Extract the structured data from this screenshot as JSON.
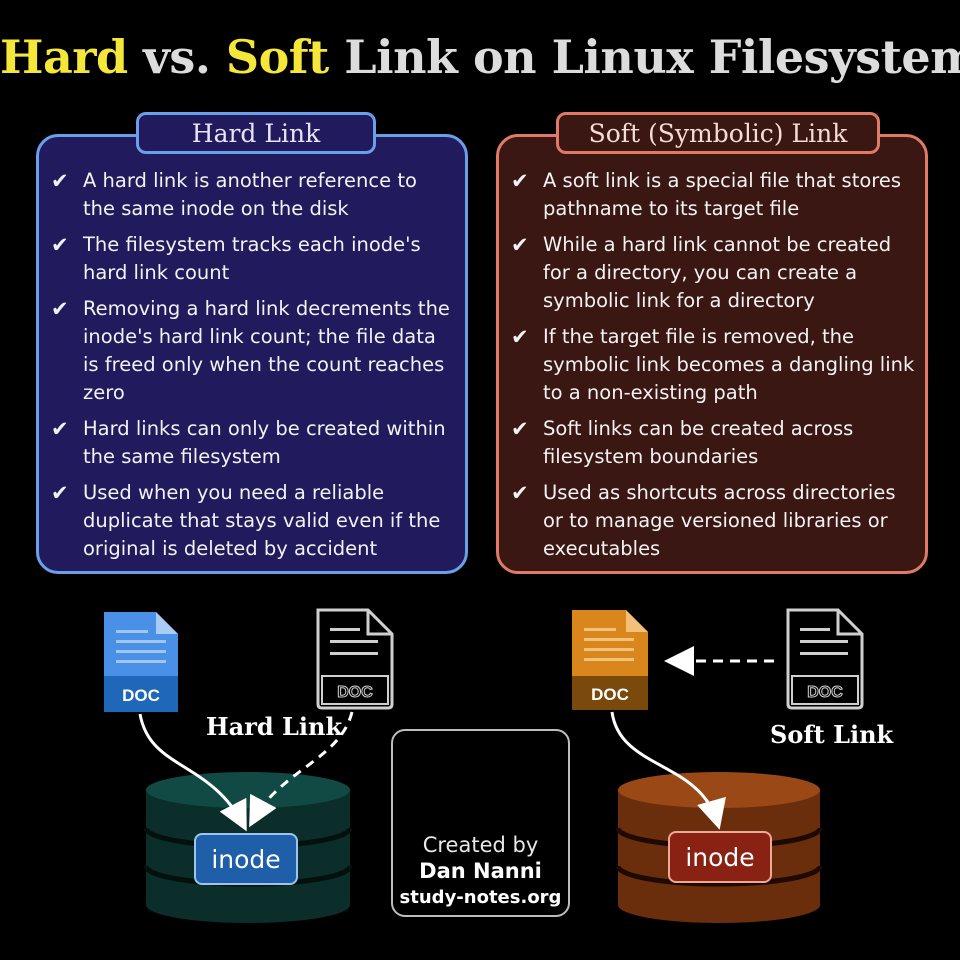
{
  "title": {
    "part1": "Hard",
    "part2": " vs. ",
    "part3": "Soft",
    "part4": " Link on Linux Filesystem"
  },
  "hard_panel": {
    "heading": "Hard Link",
    "items": [
      "A hard link is another reference to the same inode on the disk",
      "The filesystem tracks each inode's hard link count",
      "Removing a hard link decrements the inode's hard link count; the file data is freed only when the count reaches zero",
      "Hard links can only be created within the same filesystem",
      "Used when you need a reliable duplicate that stays valid even if the original is deleted by accident"
    ]
  },
  "soft_panel": {
    "heading": "Soft (Symbolic) Link",
    "items": [
      "A soft link is a special file that stores pathname to its target file",
      "While a hard link cannot be created for a directory, you can create a symbolic link for a directory",
      "If the target file is removed, the symbolic link becomes a dangling link to a non-existing path",
      "Soft links can be created across filesystem boundaries",
      "Used as shortcuts across directories or to manage versioned libraries or executables"
    ]
  },
  "check_glyph": "✔",
  "diagram": {
    "doc_label": "DOC",
    "hard_link_label": "Hard Link",
    "soft_link_label": "Soft Link",
    "inode_label": "inode"
  },
  "credit": {
    "created_by": "Created by",
    "author": "Dan Nanni",
    "site": "study-notes.org"
  },
  "colors": {
    "title_highlight": "#f5e63a",
    "hard_panel_bg": "#211a5c",
    "hard_panel_border": "#6aa0e8",
    "soft_panel_bg": "#3a1712",
    "soft_panel_border": "#e07a66",
    "hard_doc": "#4a90e6",
    "soft_doc": "#d9861c",
    "hard_db": "#0d3a35",
    "soft_db": "#7a3410"
  }
}
